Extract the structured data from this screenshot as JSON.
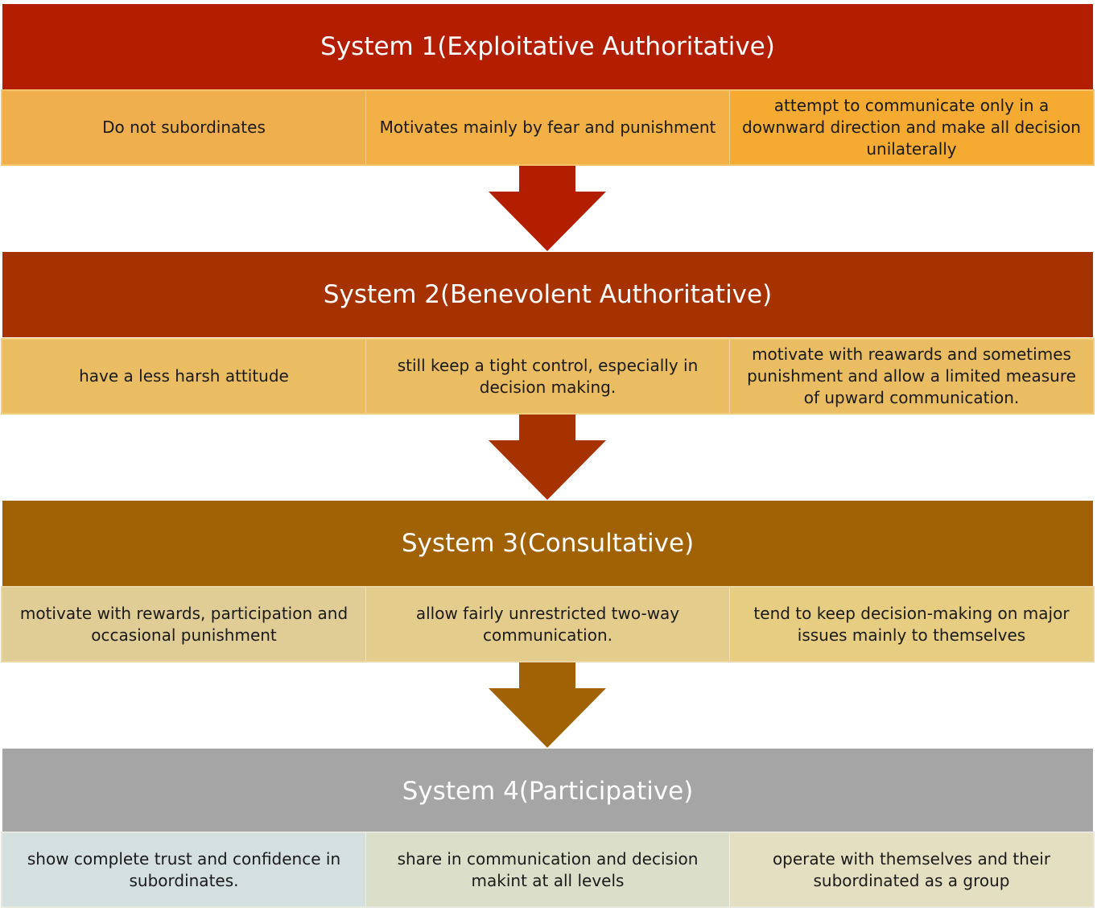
{
  "stages": [
    {
      "title": "System 1(Exploitative Authoritative)",
      "color": "#b31e00",
      "cells": [
        "Do not subordinates",
        "Motivates mainly by fear and punishment",
        "attempt to communicate only in a downward direction and make all decision unilaterally"
      ]
    },
    {
      "title": "System 2(Benevolent Authoritative)",
      "color": "#a63200",
      "cells": [
        "have a less harsh attitude",
        "still keep a tight control, especially in decision making.",
        "motivate with reawards and sometimes punishment and allow a limited measure of upward communication."
      ]
    },
    {
      "title": "System 3(Consultative)",
      "color": "#a06205",
      "cells": [
        "motivate with rewards, participation and occasional punishment",
        "allow fairly unrestricted two-way communication.",
        "tend to keep decision-making on major issues mainly to themselves"
      ]
    },
    {
      "title": "System 4(Participative)",
      "color": "#a5a5a5",
      "cells": [
        "show complete trust and confidence in subordinates.",
        "share in communication and decision makint at all levels",
        "operate with themselves and their subordinated as a group"
      ]
    }
  ],
  "arrows": [
    {
      "color": "#b31e00"
    },
    {
      "color": "#a63200"
    },
    {
      "color": "#a06205"
    }
  ]
}
